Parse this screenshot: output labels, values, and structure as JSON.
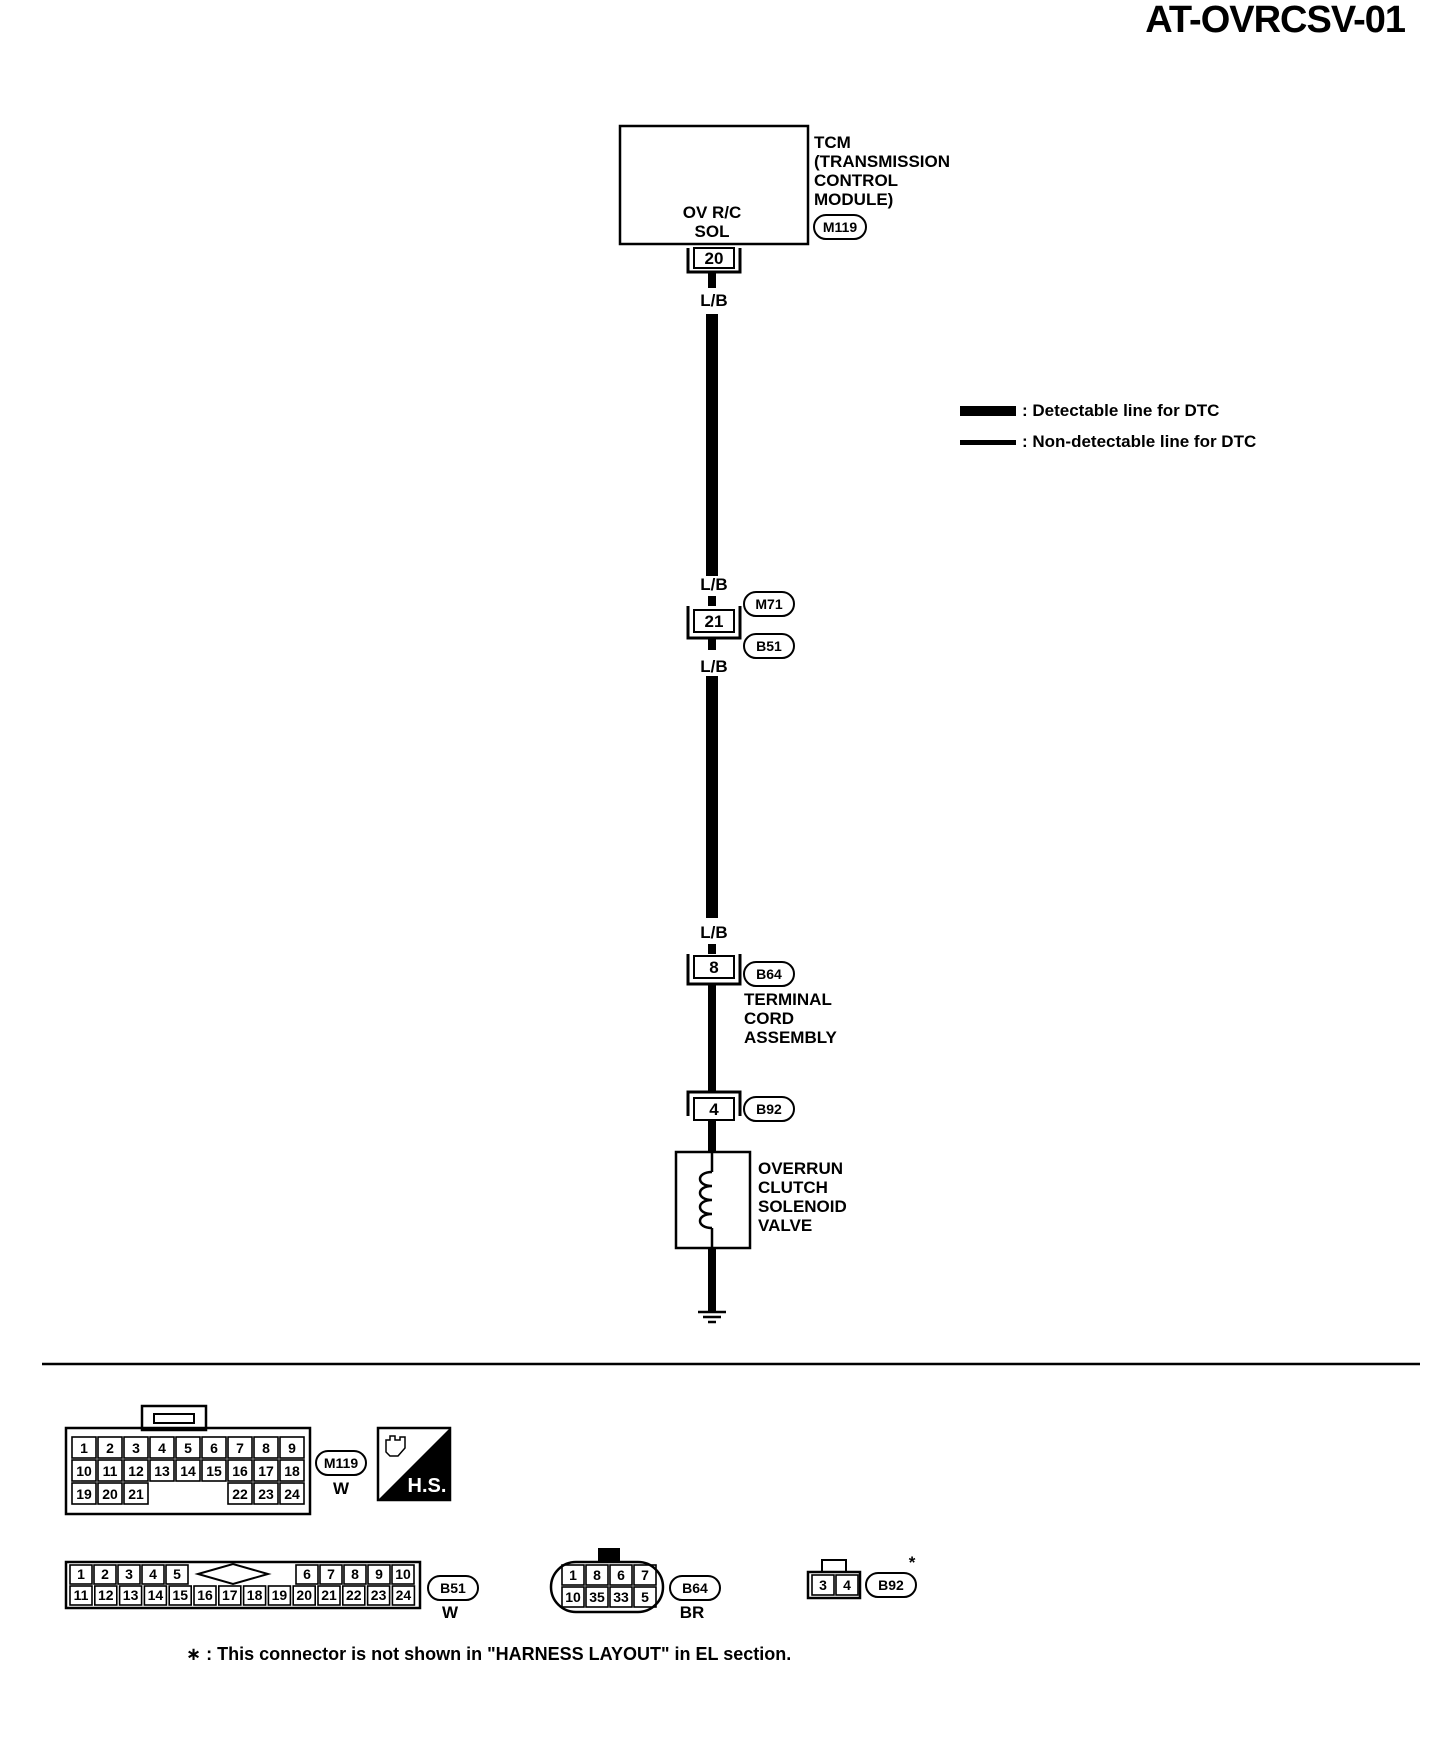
{
  "header": {
    "code": "AT-OVRCSV-01"
  },
  "tcm": {
    "lines": [
      "TCM",
      "(TRANSMISSION",
      "CONTROL",
      "MODULE)"
    ],
    "connector": "M119",
    "terminal_label": [
      "OV R/C",
      "SOL"
    ],
    "pin": "20"
  },
  "wire": {
    "color_tcm_out": "L/B",
    "color_above_joint": "L/B",
    "color_below_joint": "L/B",
    "color_above_b64": "L/B"
  },
  "joint_connector": {
    "pin": "21",
    "upper": "M71",
    "lower": "B51"
  },
  "terminal_cord": {
    "pin": "8",
    "connector": "B64",
    "lines": [
      "TERMINAL",
      "CORD",
      "ASSEMBLY"
    ]
  },
  "solenoid_connector": {
    "pin": "4",
    "connector": "B92"
  },
  "solenoid": {
    "lines": [
      "OVERRUN",
      "CLUTCH",
      "SOLENOID",
      "VALVE"
    ]
  },
  "legend": {
    "detectable": ": Detectable line for DTC",
    "non_detectable": ": Non-detectable line for DTC"
  },
  "connectors": {
    "m119": {
      "id": "M119",
      "color": "W",
      "row1": [
        "1",
        "2",
        "3",
        "4",
        "5",
        "6",
        "7",
        "8",
        "9"
      ],
      "row2": [
        "10",
        "11",
        "12",
        "13",
        "14",
        "15",
        "16",
        "17",
        "18"
      ],
      "row3": [
        "19",
        "20",
        "21",
        "22",
        "23",
        "24"
      ]
    },
    "hs_badge": "H.S.",
    "b51": {
      "id": "B51",
      "color": "W",
      "row1": [
        "1",
        "2",
        "3",
        "4",
        "5",
        "6",
        "7",
        "8",
        "9",
        "10"
      ],
      "row2": [
        "11",
        "12",
        "13",
        "14",
        "15",
        "16",
        "17",
        "18",
        "19",
        "20",
        "21",
        "22",
        "23",
        "24"
      ]
    },
    "b64": {
      "id": "B64",
      "color": "BR",
      "row1": [
        "1",
        "8",
        "6",
        "7"
      ],
      "row2": [
        "10",
        "35",
        "33",
        "5"
      ]
    },
    "b92": {
      "id": "B92",
      "pins": [
        "3",
        "4"
      ],
      "mark": "*"
    }
  },
  "footnote": "∗ : This connector is not shown in \"HARNESS LAYOUT\" in EL section."
}
